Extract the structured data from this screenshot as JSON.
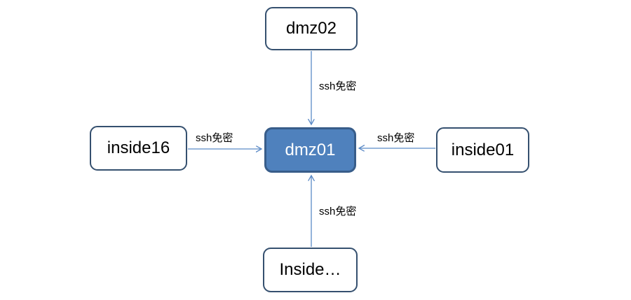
{
  "diagram": {
    "nodes": [
      {
        "id": "dmz02",
        "label": "dmz02",
        "style": "outline",
        "position": "top"
      },
      {
        "id": "inside16",
        "label": "inside16",
        "style": "outline",
        "position": "left"
      },
      {
        "id": "dmz01",
        "label": "dmz01",
        "style": "filled",
        "position": "center"
      },
      {
        "id": "inside01",
        "label": "inside01",
        "style": "outline",
        "position": "right"
      },
      {
        "id": "inside-more",
        "label": "Inside…",
        "style": "outline",
        "position": "bottom"
      }
    ],
    "edges": [
      {
        "from": "dmz02",
        "to": "dmz01",
        "label": "ssh免密",
        "direction": "down"
      },
      {
        "from": "inside16",
        "to": "dmz01",
        "label": "ssh免密",
        "direction": "right"
      },
      {
        "from": "inside01",
        "to": "dmz01",
        "label": "ssh免密",
        "direction": "left"
      },
      {
        "from": "inside-more",
        "to": "dmz01",
        "label": "ssh免密",
        "direction": "up"
      }
    ],
    "colors": {
      "center_node_fill": "#4f81bd",
      "center_node_border": "#385d8a",
      "outer_node_border": "#35506f",
      "outer_node_fill": "#ffffff",
      "arrow": "#5b8ac6",
      "text_dark": "#000000",
      "text_light": "#ffffff",
      "background": "#ffffff"
    }
  }
}
